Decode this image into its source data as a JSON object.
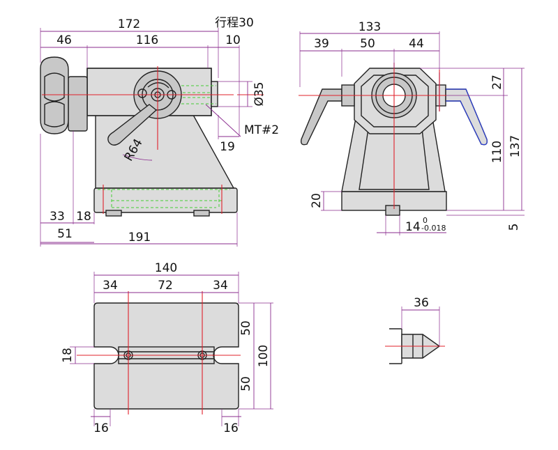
{
  "dimensions": {
    "side_view": {
      "total_length": "172",
      "left_offset": "46",
      "body_length": "116",
      "stroke_label": "行程30",
      "stroke_offset": "10",
      "bore_diameter": "Ø35",
      "taper": "MT#2",
      "nose_length": "19",
      "radius": "R64",
      "base_offset_1": "33",
      "base_offset_2": "18",
      "base_offset_3": "51",
      "base_length": "191"
    },
    "front_view": {
      "total_width": "133",
      "left_width": "39",
      "center_width": "50",
      "right_width": "44",
      "top_to_center": "27",
      "center_height": "110",
      "total_height": "137",
      "base_height": "20",
      "key_width": "14",
      "key_tolerance_upper": "0",
      "key_tolerance_lower": "-0.018",
      "key_depth": "5"
    },
    "bottom_view": {
      "total_width": "140",
      "left_hole_offset": "34",
      "hole_spacing": "72",
      "right_hole_offset": "34",
      "upper_half": "50",
      "total_depth": "100",
      "lower_half": "50",
      "slot_width": "18",
      "left_slot_depth": "16",
      "right_slot_depth": "16"
    },
    "center_detail": {
      "length": "36"
    }
  }
}
